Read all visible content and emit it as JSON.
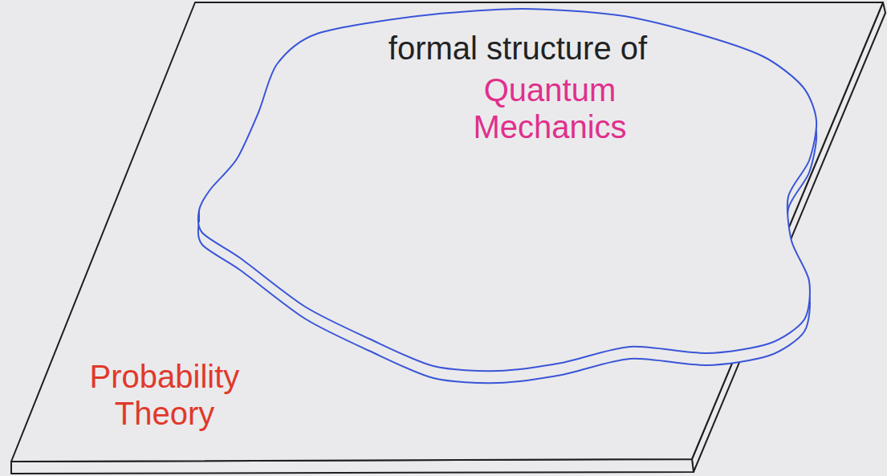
{
  "diagram": {
    "nodes": [
      {
        "text": [
          "Probability Theory"
        ]
      },
      {
        "text": [
          "formal structure of",
          "Quantum Mechanics"
        ],
        "in": 0
      }
    ]
  }
}
